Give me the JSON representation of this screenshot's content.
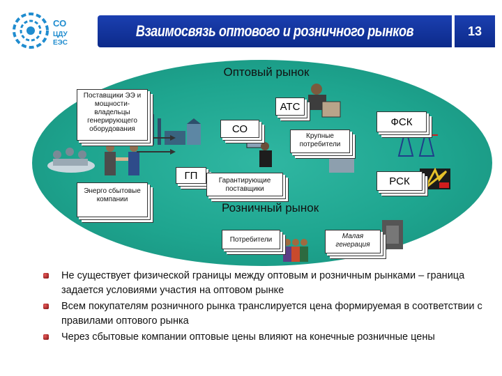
{
  "header": {
    "logo_text_top": "СО",
    "logo_text_mid": "ЦДУ",
    "logo_text_bot": "ЕЭС",
    "title": "Взаимосвязь оптового и розничного рынков",
    "page_number": "13"
  },
  "diagram": {
    "wholesale_label": "Оптовый рынок",
    "retail_label": "Розничный рынок",
    "suppliers": "Поставщики ЭЭ и мощности- владельцы генерирующего оборудования",
    "energy_sales": "Энерго сбытовые компании",
    "ats": "АТС",
    "co": "СО",
    "large_consumers": "Крупные потребители",
    "fsk": "ФСК",
    "gp": "ГП",
    "guarantee": "Гарантирующие поставщики",
    "rsk": "РСК",
    "consumers": "Потребители",
    "small_generation": "Малая генерация"
  },
  "bullets": [
    "Не существует физической границы между оптовым и розничным рынками – граница задается условиями участия на оптовом рынке",
    "Всем покупателям розничного рынка транслируется цена формируемая в соответствии с правилами оптового рынка",
    "Через сбытовые компании оптовые цены влияют на конечные розничные цены"
  ],
  "colors": {
    "title_bar": "#1b3fb0",
    "ellipse": "#1ea58f",
    "bullet": "#b01c1c"
  }
}
